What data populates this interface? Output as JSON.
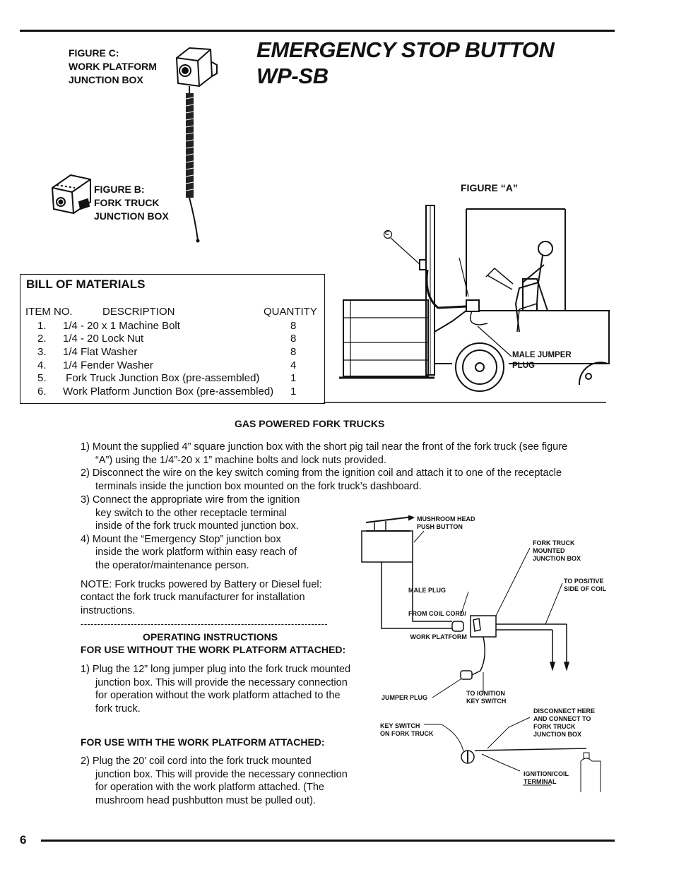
{
  "page": {
    "title_line1": "EMERGENCY STOP BUTTON",
    "title_line2": "WP-SB",
    "page_number": "6"
  },
  "figures": {
    "c": [
      "FIGURE C:",
      "WORK PLATFORM",
      "JUNCTION BOX"
    ],
    "b": [
      "FIGURE B:",
      "FORK  TRUCK",
      "JUNCTION BOX"
    ],
    "a": "FIGURE “A”",
    "a_marker": "C",
    "a_male_jumper": [
      "MALE JUMPER",
      "PLUG"
    ]
  },
  "bom": {
    "title": "BILL OF MATERIALS",
    "headers": {
      "item": "ITEM NO.",
      "description": "DESCRIPTION",
      "quantity": "QUANTITY"
    },
    "rows": [
      {
        "no": "1.",
        "desc": "1/4 - 20 x 1 Machine Bolt",
        "qty": "8"
      },
      {
        "no": "2.",
        "desc": "1/4 - 20 Lock Nut",
        "qty": "8"
      },
      {
        "no": "3.",
        "desc": "1/4 Flat Washer",
        "qty": "8"
      },
      {
        "no": "4.",
        "desc": "1/4 Fender Washer",
        "qty": "4"
      },
      {
        "no": "5.",
        "desc": " Fork Truck Junction Box (pre-assembled)",
        "qty": "1"
      },
      {
        "no": "6.",
        "desc": "Work Platform Junction Box (pre-assembled)",
        "qty": "1"
      }
    ]
  },
  "gas": {
    "heading": "GAS POWERED FORK TRUCKS",
    "step1": [
      "1)  Mount the supplied 4” square junction box with the short pig tail near the front of the fork truck (see figure",
      "“A”) using the 1/4”-20 x 1” machine bolts and lock nuts provided."
    ],
    "step2": [
      "2)  Disconnect the wire on the key switch coming from the ignition coil and attach it to one of the receptacle",
      "terminals inside the junction box mounted on the fork truck’s dashboard."
    ],
    "step3": [
      "3)  Connect the appropriate wire from the ignition",
      "key switch to the other receptacle terminal",
      "inside of the fork truck mounted junction box."
    ],
    "step4": [
      "4)  Mount the “Emergency Stop” junction box",
      "inside the work platform within easy reach of",
      "the operator/maintenance person."
    ],
    "note": [
      "NOTE:  Fork trucks powered by Battery or Diesel fuel:",
      "contact the fork truck manufacturer for installation",
      "instructions."
    ],
    "divider": "--------------------------------------------------------------------------"
  },
  "operating": {
    "heading": "OPERATING INSTRUCTIONS",
    "without_heading": "FOR USE WITHOUT THE WORK PLATFORM ATTACHED:",
    "without_step": [
      "1)  Plug the 12” long jumper plug into the fork truck mounted",
      "junction box.  This will provide the necessary connection",
      "for operation without the work platform attached to the",
      "fork truck."
    ],
    "with_heading": "FOR USE WITH THE WORK PLATFORM ATTACHED:",
    "with_step": [
      "2)  Plug the 20’ coil cord into the fork truck mounted",
      "junction box.  This will provide the necessary connection",
      "for operation with the work platform attached.  (The",
      "mushroom head pushbutton must be pulled out)."
    ]
  },
  "wiring": {
    "mushroom": [
      "MUSHROOM HEAD",
      "PUSH BUTTON"
    ],
    "fork_box": [
      "FORK TRUCK",
      "MOUNTED",
      "JUNCTION BOX"
    ],
    "male_plug": [
      "MALE PLUG",
      "FROM COIL CORD/",
      " WORK PLATFORM"
    ],
    "positive": [
      "TO POSITIVE",
      "SIDE OF COIL"
    ],
    "jumper": "JUMPER PLUG",
    "ignition_key": [
      "TO IGNITION",
      "KEY SWITCH"
    ],
    "disconnect": [
      "DISCONNECT HERE",
      "AND CONNECT TO",
      "FORK TRUCK",
      "JUNCTION BOX"
    ],
    "key_switch": [
      "KEY SWITCH",
      "ON FORK TRUCK"
    ],
    "ign_coil": [
      "IGNITION/COIL",
      "TERMINAL"
    ]
  }
}
